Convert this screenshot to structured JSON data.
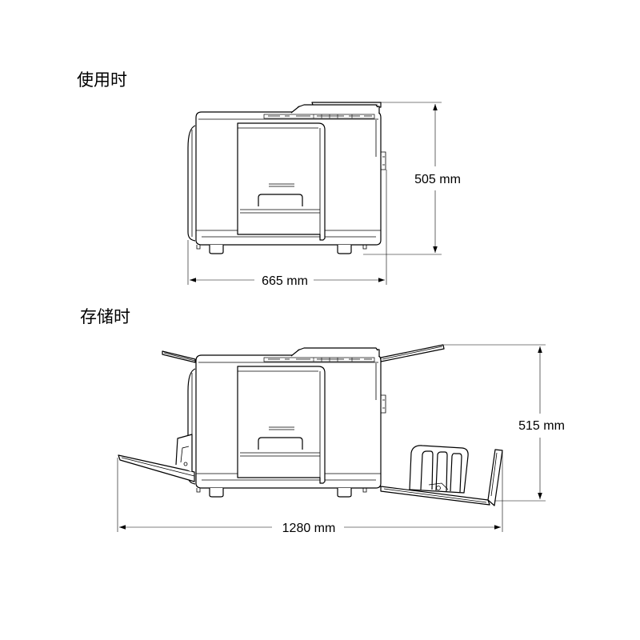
{
  "sections": {
    "in_use": {
      "title": "使用时",
      "height_label": "505 mm",
      "width_label": "665 mm"
    },
    "storage": {
      "title": "存储时",
      "height_label": "515 mm",
      "width_label": "1280 mm"
    }
  }
}
